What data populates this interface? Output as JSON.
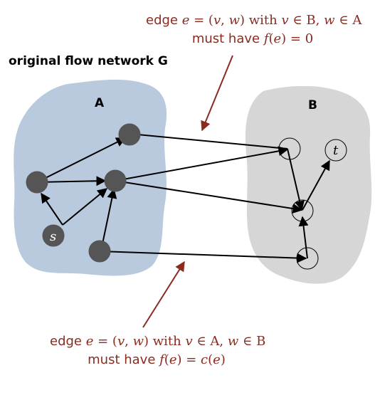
{
  "title": "original flow network G",
  "regions": {
    "a_label": "A",
    "b_label": "B",
    "a_color": "#b9cadf",
    "b_color": "#d6d6d6"
  },
  "nodes": {
    "s_label": "s",
    "t_label": "t",
    "fill_a": "#555555",
    "stroke_b": "#000000"
  },
  "annotations": {
    "color": "#8a2b20",
    "top": {
      "line1": {
        "p1": "edge ",
        "p2": "e",
        "p3": " = (",
        "p4": "v",
        "p5": ", ",
        "p6": "w",
        "p7": ") with ",
        "p8": "v",
        "p9": " ∈ ",
        "p10": "B",
        "p11": ", ",
        "p12": "w",
        "p13": " ∈ ",
        "p14": "A"
      },
      "line2": {
        "p1": "must have ",
        "p2": "f",
        "p3": "(",
        "p4": "e",
        "p5": ") = 0"
      }
    },
    "bottom": {
      "line1": {
        "p1": "edge ",
        "p2": "e",
        "p3": " = (",
        "p4": "v",
        "p5": ", ",
        "p6": "w",
        "p7": ") with ",
        "p8": "v",
        "p9": " ∈ ",
        "p10": "A",
        "p11": ", ",
        "p12": "w",
        "p13": " ∈ ",
        "p14": "B"
      },
      "line2": {
        "p1": "must have ",
        "p2": "f",
        "p3": "(",
        "p4": "e",
        "p5": ") = ",
        "p6": "c",
        "p7": "(",
        "p8": "e",
        "p9": ")"
      }
    }
  }
}
